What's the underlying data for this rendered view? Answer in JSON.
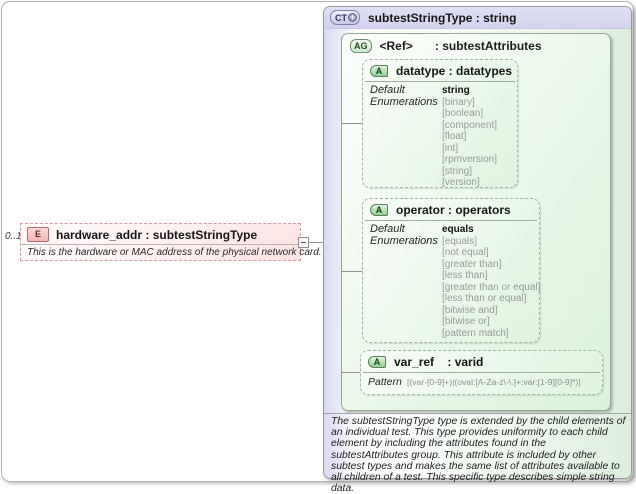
{
  "element": {
    "cardinality": "0..1",
    "icon": "E",
    "title": "hardware_addr : subtestStringType",
    "annotation": "This is the hardware or MAC address of the physical network card."
  },
  "ct": {
    "icon": "CT",
    "icon_plus": "+",
    "title": "subtestStringType : string",
    "ag": {
      "icon": "AG",
      "name": "<Ref>",
      "type": ": subtestAttributes",
      "attrs": {
        "datatype": {
          "icon": "A",
          "title": "datatype : datatypes",
          "default_label": "Default",
          "default_value": "string",
          "enum_label": "Enumerations",
          "enums": [
            "[binary]",
            "[boolean]",
            "[component]",
            "[float]",
            "[int]",
            "[rpmversion]",
            "[string]",
            "[version]"
          ]
        },
        "operator": {
          "icon": "A",
          "title": "operator : operators",
          "default_label": "Default",
          "default_value": "equals",
          "enum_label": "Enumerations",
          "enums": [
            "[equals]",
            "[not equal]",
            "[greater than]",
            "[less than]",
            "[greater than or equal]",
            "[less than or equal]",
            "[bitwise and]",
            "[bitwise or]",
            "[pattern match]"
          ]
        },
        "var_ref": {
          "icon": "A",
          "title": "var_ref    : varid",
          "pattern_label": "Pattern",
          "pattern_value": "[(var-[0-9]+)|(oval:[A-Za-z\\-\\.]+:var:[1-9][0-9]*)]"
        }
      }
    },
    "annotation": "The subtestStringType type is extended by the child elements of an individual test.  This type provides uniformity to each child element by including the attributes found in the subtestAttributes group.  This attribute is included by other subtest types and makes the same list of attributes available to all children of a test.  This specific type describes simple string data."
  },
  "colors": {
    "ct_header_lavender": "#d6d6f0",
    "group_green": "#daf1da",
    "element_pink": "#fbe3e3",
    "enum_gray": "#9a9a9a"
  }
}
